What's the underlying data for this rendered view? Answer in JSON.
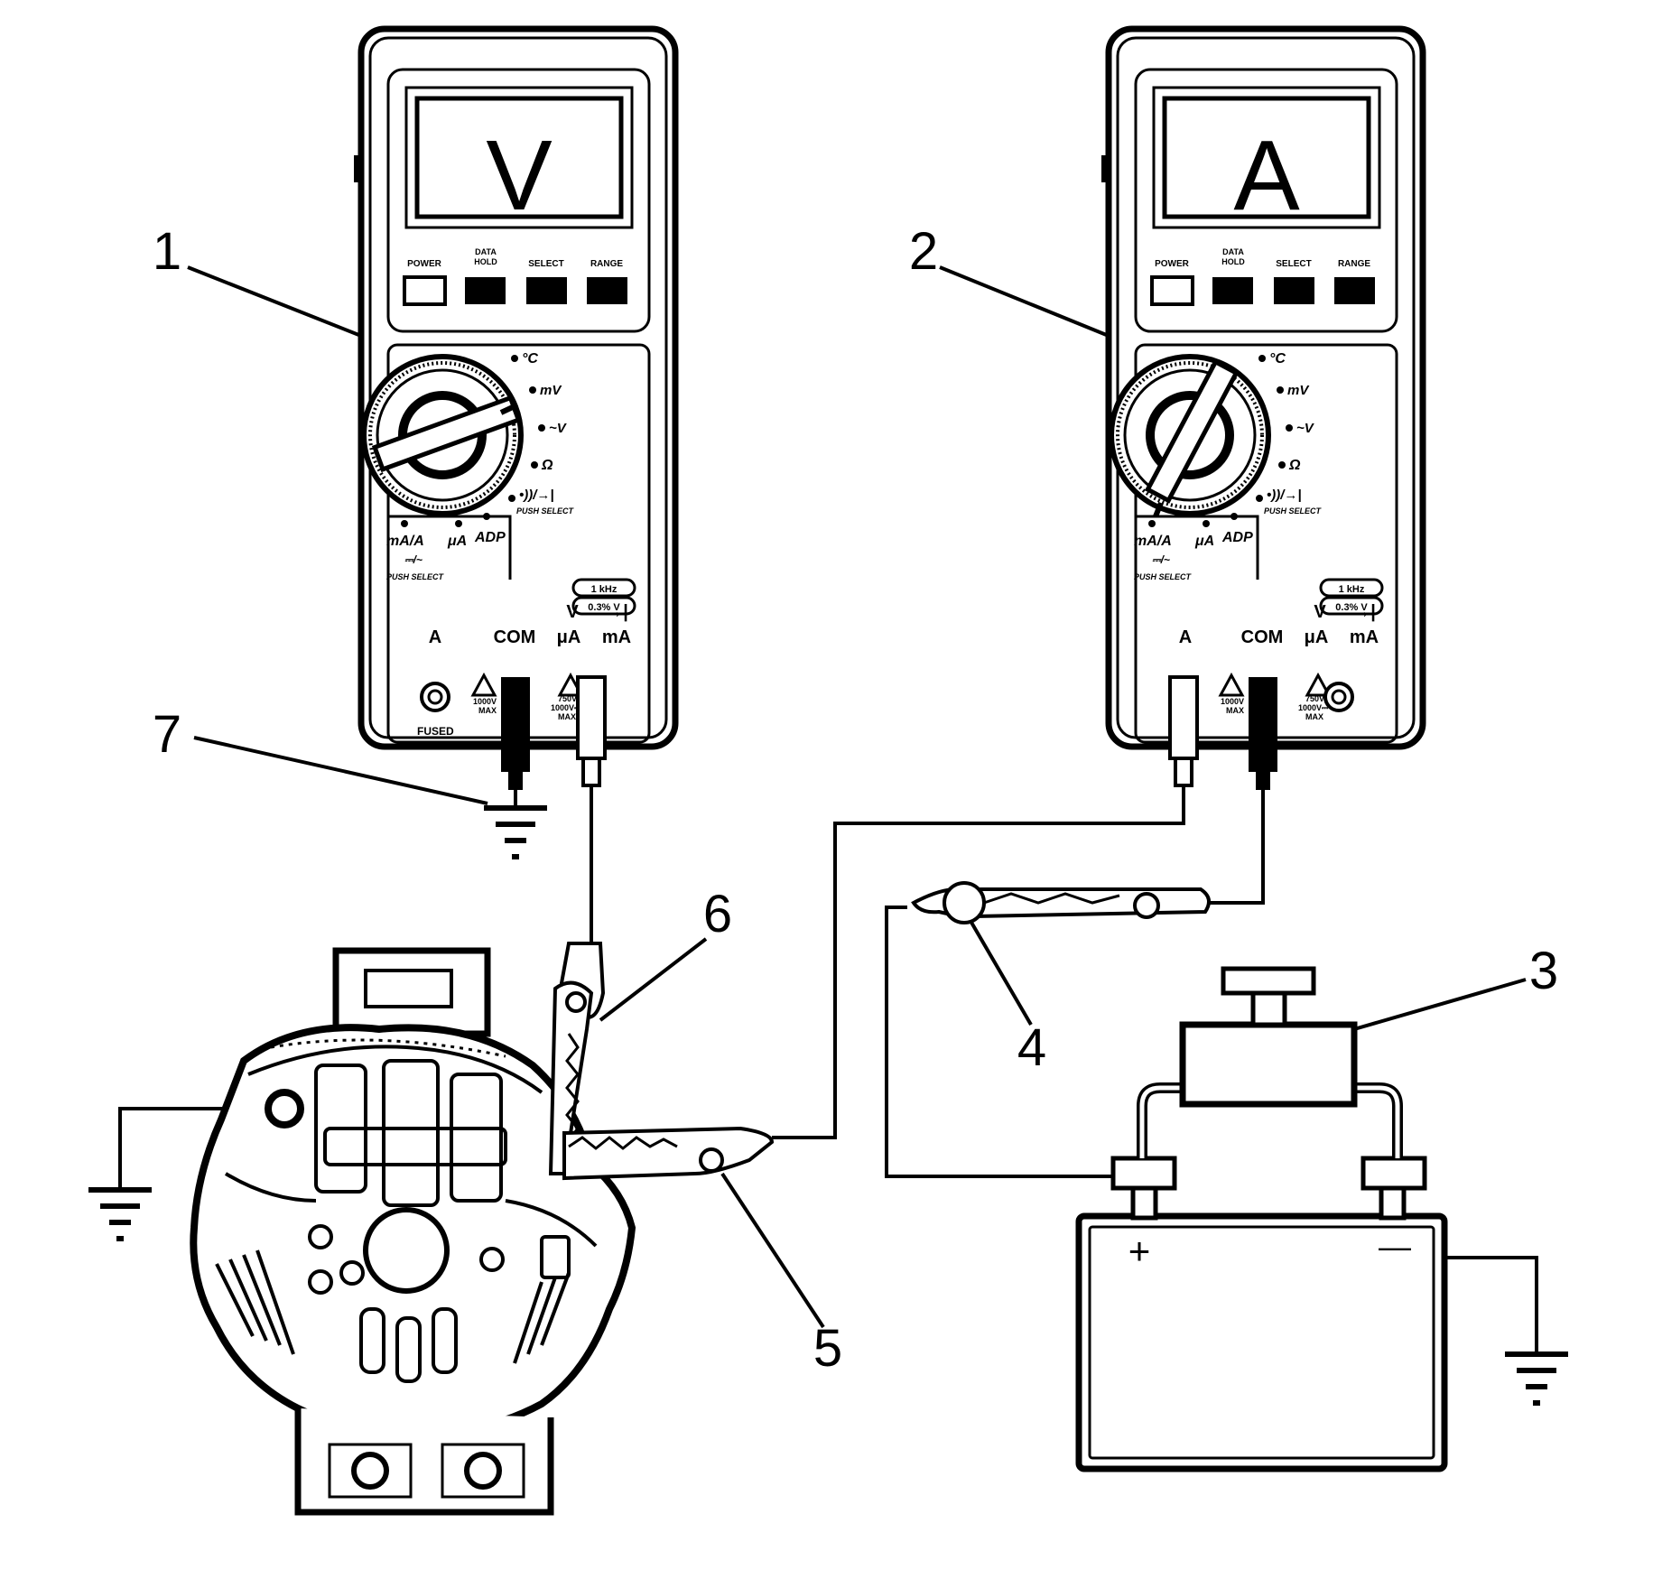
{
  "callouts": [
    "1",
    "2",
    "3",
    "4",
    "5",
    "6",
    "7"
  ],
  "meter_1": {
    "display": "V",
    "buttons": [
      "POWER",
      "DATA\nHOLD",
      "SELECT",
      "RANGE"
    ],
    "dial": [
      "°C",
      "mV",
      "~V",
      "Ω",
      "•))/→|",
      "PUSH SELECT",
      "ADP"
    ],
    "modes": {
      "left": "mA/A",
      "right": "μA",
      "bracket": "⎓/~",
      "push": "PUSH SELECT"
    },
    "freq": "1 kHz",
    "accuracy": "0.3% V",
    "jacks": {
      "a": "A",
      "com": "COM",
      "v_top": "V",
      "v_mid": "μA",
      "v_right": "mA",
      "diode": "→|"
    },
    "rating_a": "1000V\nMAX",
    "rating_v": "750V~\n1000V⎓\nMAX",
    "fused": "FUSED"
  },
  "meter_2": {
    "display": "A",
    "buttons": [
      "POWER",
      "DATA\nHOLD",
      "SELECT",
      "RANGE"
    ],
    "dial": [
      "°C",
      "mV",
      "~V",
      "Ω",
      "•))/→|",
      "PUSH SELECT",
      "ADP"
    ],
    "modes": {
      "left": "mA/A",
      "right": "μA",
      "bracket": "⎓/~",
      "push": "PUSH SELECT"
    },
    "freq": "1 kHz",
    "accuracy": "0.3% V",
    "jacks": {
      "a": "A",
      "com": "COM",
      "v_top": "V",
      "v_mid": "μA",
      "v_right": "mA",
      "diode": "→|"
    },
    "rating_a": "1000V\nMAX",
    "rating_v": "750V~\n1000V⎓\nMAX"
  },
  "battery": {
    "plus": "+",
    "minus": "—"
  },
  "icons": [
    "ground-symbol",
    "alligator-clip",
    "warning-triangle",
    "rotary-dial"
  ]
}
